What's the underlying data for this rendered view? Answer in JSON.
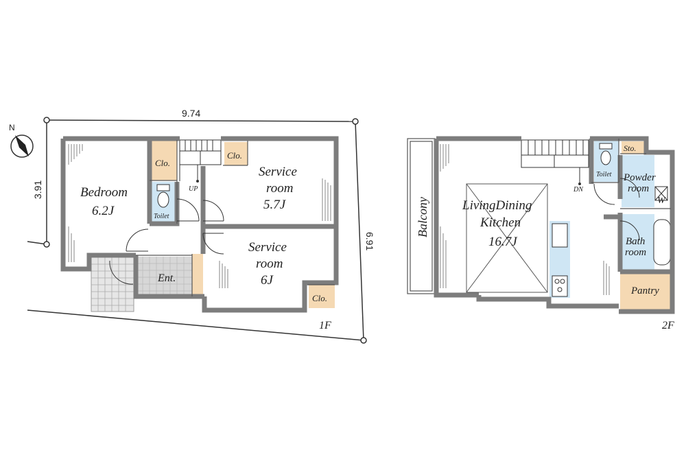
{
  "colors": {
    "wall": "#7d7d7d",
    "closet": "#f5d9b3",
    "toilet": "#cfe6f4",
    "entrance": "#d7d7d7",
    "line": "#333333"
  },
  "compass": {
    "label": "N"
  },
  "site": {
    "width_dim": "9.74",
    "left_dim": "3.91",
    "right_dim": "6.91"
  },
  "floor1": {
    "label": "1F",
    "bedroom": {
      "name": "Bedroom",
      "size": "6.2J"
    },
    "service_room_a": {
      "line1": "Service",
      "line2": "room",
      "size": "5.7J"
    },
    "service_room_b": {
      "line1": "Service",
      "line2": "room",
      "size": "6J"
    },
    "clo1": "Clo.",
    "clo2": "Clo.",
    "clo3": "Clo.",
    "toilet": "Toilet",
    "up": "UP",
    "entrance": "Ent."
  },
  "floor2": {
    "label": "2F",
    "balcony": "Balcony",
    "ldk": {
      "line1": "LivingDining",
      "line2": "Kitchen",
      "size": "16.7J"
    },
    "toilet": "Toilet",
    "dn": "DN",
    "sto": "Sto.",
    "powder": {
      "line1": "Powder",
      "line2": "room",
      "w": "W"
    },
    "bath": {
      "line1": "Bath",
      "line2": "room"
    },
    "pantry": "Pantry"
  }
}
